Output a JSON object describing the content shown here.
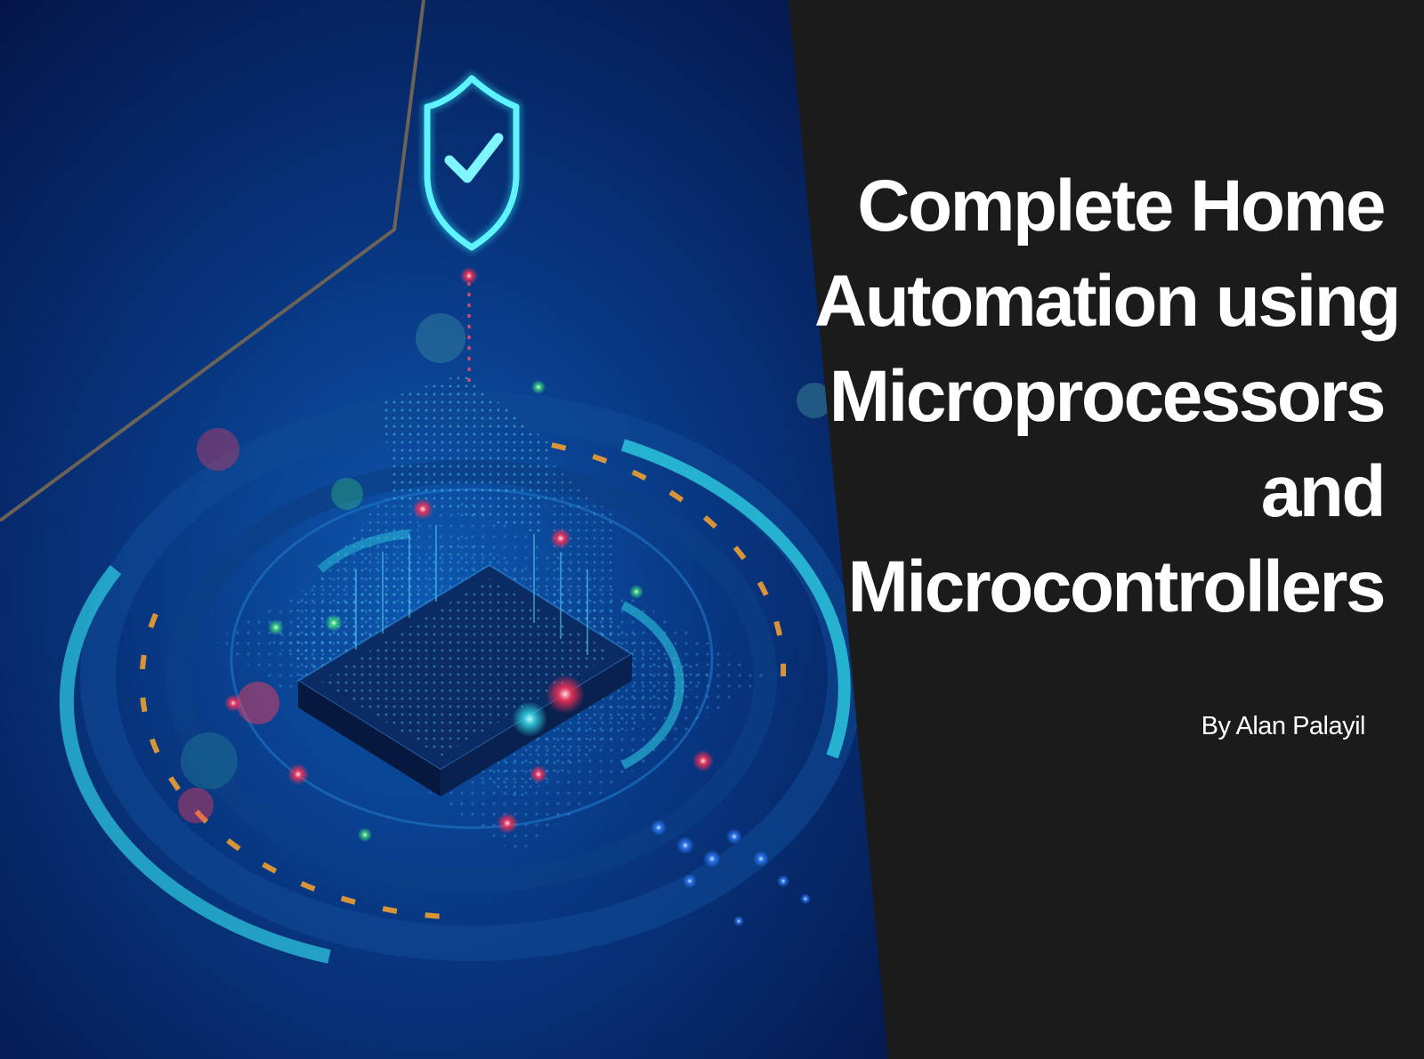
{
  "slide": {
    "title_lines": [
      "Complete Home",
      "Automation using",
      "Microprocessors",
      "and",
      "Microcontrollers"
    ],
    "author": "By Alan Palayil"
  },
  "colors": {
    "background": "#1b1b1b",
    "art_dark_blue": "#05164a",
    "art_mid_blue": "#0a4aa0",
    "accent_cyan": "#2fd6e6",
    "accent_red": "#ff3b5a",
    "accent_orange": "#f0a030",
    "title_text": "#ffffff"
  },
  "icons": {
    "shield": "shield-check-icon",
    "chip": "microchip-icon"
  }
}
